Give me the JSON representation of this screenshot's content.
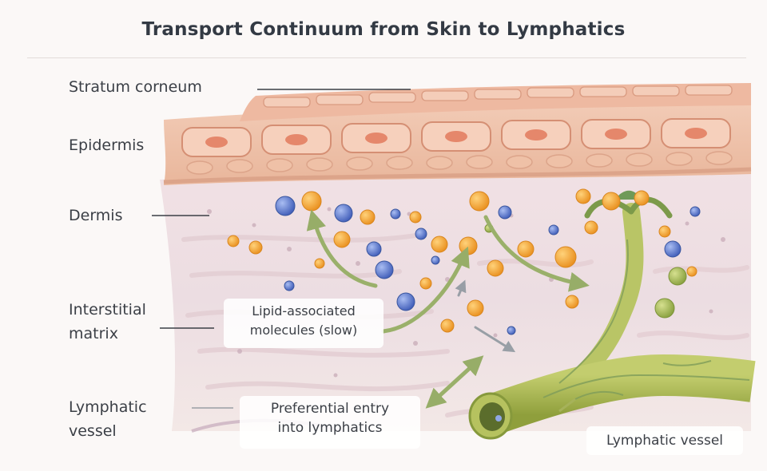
{
  "title": "Transport Continuum from Skin to Lymphatics",
  "layers": {
    "stratum_corneum": "Stratum corneum",
    "epidermis": "Epidermis",
    "dermis": "Dermis",
    "interstitial_line1": "Interstitial",
    "interstitial_line2": "matrix",
    "lymphatic_line1": "Lymphatic",
    "lymphatic_line2": "vessel"
  },
  "callouts": {
    "lipid_line1": "Lipid-associated",
    "lipid_line2": "molecules (slow)",
    "entry_line1": "Preferential entry",
    "entry_line2": "into lymphatics",
    "vessel_tag": "Lymphatic vessel"
  },
  "colors": {
    "skin": "#eab79c",
    "dermis": "#eddde2",
    "orange_molecule": "#f0a030",
    "blue_molecule": "#5070c8",
    "vessel": "#a9b852",
    "arrow": "#9ab06a"
  }
}
